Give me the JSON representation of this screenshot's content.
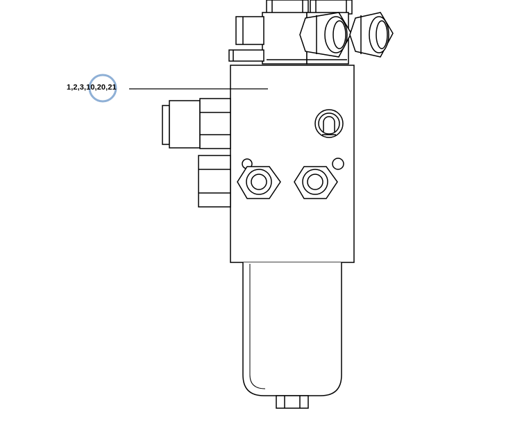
{
  "callout": {
    "part_numbers": [
      {
        "text": "1,2,3",
        "highlighted": false
      },
      {
        "text": "10,20",
        "highlighted": true
      },
      {
        "text": "21",
        "highlighted": false
      }
    ],
    "separator": ","
  },
  "colors": {
    "line": "#000000",
    "highlight_ring": "#8fb0d6",
    "background": "#ffffff"
  }
}
